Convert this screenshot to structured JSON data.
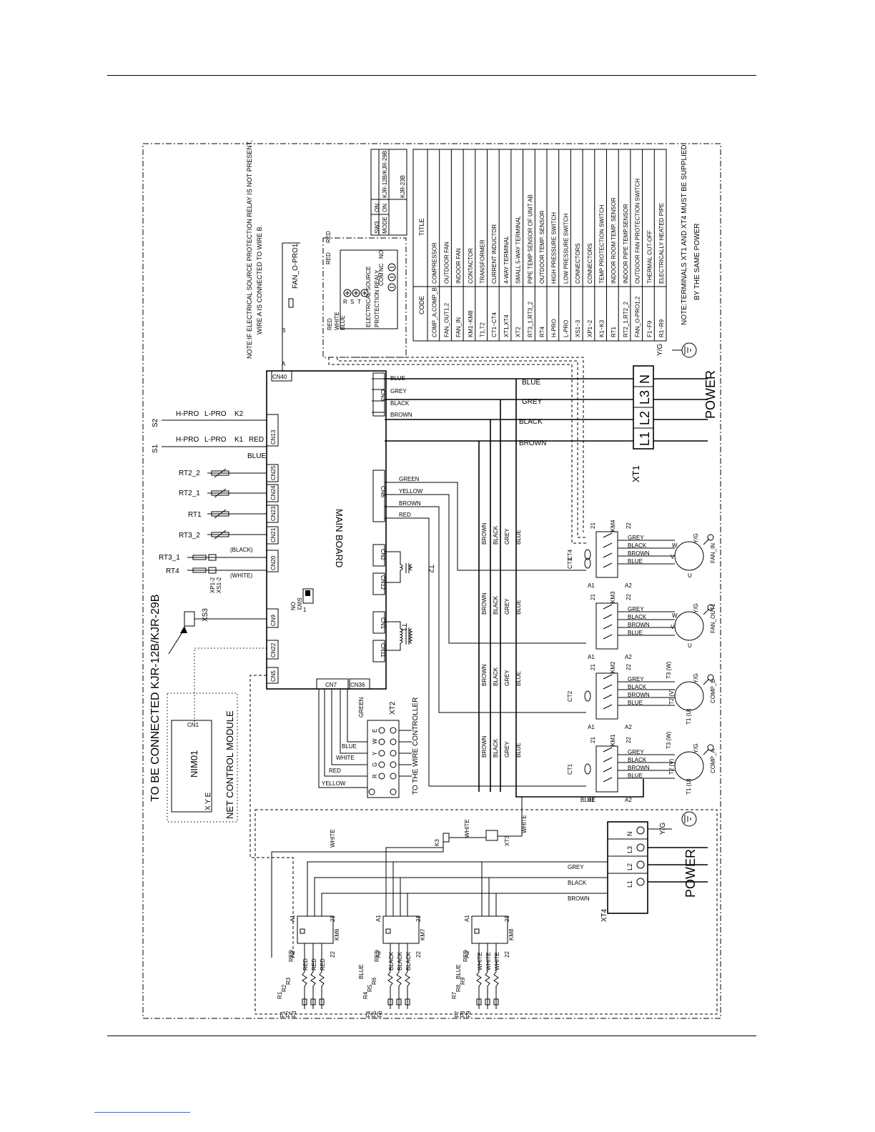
{
  "border_note_top": "NOTE:IF ELECTRICAL SOURCE PROTECTION RELAY IS NOT PRESENT,",
  "border_note_top2": "WIRE A IS CONNECTED TO WIRE B.",
  "kjr_title": "TO BE CONNECTED KJR-12B/KJR-29B",
  "net_module": "NET CONTROL MODULE",
  "nim_label": "NIM01",
  "nim_cn": "CN1",
  "nim_xye": "X Y E",
  "main_board": "MAIN BOARD",
  "xs3": "XS3",
  "sw3_table": {
    "r1": [
      "SW3",
      "ON",
      "1",
      "KJR-12B/KJR-29B"
    ],
    "r2": [
      "MODE",
      "ON",
      "1",
      "KJR-23B"
    ]
  },
  "table": {
    "header": [
      "CODE",
      "TITLE"
    ],
    "rows": [
      [
        "COMP_A,COMP_B",
        "COMPRESSOR"
      ],
      [
        "FAN_OUT1,2",
        "OUTDOOR FAN"
      ],
      [
        "FAN_IN",
        "INDOOR FAN"
      ],
      [
        "KM1~KM8",
        "CONTACTOR"
      ],
      [
        "T1,T2",
        "TRANSFORMER"
      ],
      [
        "CT1~CT4",
        "CURRENT INDUCTOR"
      ],
      [
        "XT1,XT4",
        "4-WAY TERMINAL"
      ],
      [
        "XT2",
        "SMALL 5-WAY TERMINAL"
      ],
      [
        "RT3_1,RT3_2",
        "PIPE TEMP SENSOR OF UNIT AB"
      ],
      [
        "RT4",
        "OUTDOOR TEMP. SENSOR"
      ],
      [
        "H-PRO",
        "HIGH PRESSURE SWITCH"
      ],
      [
        "L-PRO",
        "LOW PRESSURE SWITCH"
      ],
      [
        "XS1~3",
        "CONNECTORS"
      ],
      [
        "XP1~2",
        "CONNECTORS"
      ],
      [
        "K1~K3",
        "TEMP PROTECTION SWITCH"
      ],
      [
        "RT1",
        "INDOOR ROOM TEMP. SENSOR"
      ],
      [
        "RT2_1,RT2_2",
        "INDOOR PIPE TEMP.SENSOR"
      ],
      [
        "FAN_O-PRO1,2",
        "OUTDOOR FAN PROTECTION SWITCH"
      ],
      [
        "F1~F9",
        "THERMAL CUT-OFF"
      ],
      [
        "R1~R9",
        "ELECTRICALLY HEATED PIPE"
      ]
    ]
  },
  "note_bottom": "NOTE:TERMINALS XT1 AND XT4 MUST BE SUPPLIED",
  "note_bottom2": "BY THE SAME POWER",
  "power": "POWER",
  "xt1": "XT1",
  "xt1_terms": [
    "L1",
    "L2",
    "L3",
    "N"
  ],
  "xt4": "XT4",
  "xt4_terms": [
    "L1",
    "L2",
    "L3",
    "N"
  ],
  "yg": "Y/G",
  "wire_colors": {
    "blue": "BLUE",
    "grey": "GREY",
    "black": "BLACK",
    "brown": "BROWN",
    "green": "GREEN",
    "yellow": "YELLOW",
    "red": "RED",
    "white": "WHITE"
  },
  "connectors": {
    "cn40": "CN40",
    "cn13": "CN13",
    "cn25": "CN25",
    "cn24": "CN24",
    "cn23": "CN23",
    "cn21": "CN21",
    "cn20": "CN20",
    "cn9": "CN9",
    "cn22": "CN22",
    "cn5": "CN5",
    "cn3": "CN3",
    "cn6": "CN6",
    "cn2": "CN2",
    "cn12": "CN12",
    "cn1": "CN1",
    "cn11": "CN11",
    "cn7": "CN7",
    "cn36": "CN36"
  },
  "sensors": {
    "rt2_2": "RT2_2",
    "rt2_1": "RT2_1",
    "rt1": "RT1",
    "rt3_2": "RT3_2",
    "rt3_1": "RT3_1",
    "rt4": "RT4",
    "xp": "XP1-2",
    "xs": "XS1-2",
    "black_paren": "(BLACK)",
    "white_paren": "(WHITE)"
  },
  "pressure": {
    "hpro": "H-PRO",
    "lpro": "L-PRO",
    "k1": "K1",
    "k2": "K2",
    "s1": "S1",
    "s2": "S2",
    "red": "RED",
    "blue": "BLUE"
  },
  "fan_opro": "FAN_O-PRO1",
  "esp": {
    "line1": "ELECTRICAL SOURCE",
    "line2": "PROTECTION REALY",
    "com": "COM",
    "nc": "NC",
    "no": "NO",
    "r": "R",
    "s": "S",
    "t": "T"
  },
  "wire_a": "A",
  "wire_b": "B",
  "sw3": "SW3",
  "on": "ON",
  "one": "1",
  "t1": "T1",
  "t2": "T2",
  "xt2": "XT2",
  "xt2_terms": [
    "E",
    "W",
    "Y",
    "G",
    "R"
  ],
  "wire_controller": "TO THE WIRE CONTROLLER",
  "contactors": {
    "km4": "KM4",
    "km3": "KM3",
    "km2": "KM2",
    "km1": "KM1",
    "km6": "KM6",
    "km7": "KM7",
    "km8": "KM8",
    "a1": "A1",
    "a2": "A2",
    "c21": "21",
    "c22": "22"
  },
  "cts": {
    "ct4": "CT4",
    "ct3": "CT3",
    "ct2": "CT2",
    "ct1": "CT1"
  },
  "motors": {
    "fan_in": "FAN_IN",
    "fan_out1": "FAN_OUT1",
    "comp_b": "COMP_B",
    "comp_a": "COMP_A",
    "u": "U",
    "v": "V",
    "w": "W",
    "t1u": "T1 (U)",
    "t2v": "T2 (V)",
    "t3w": "T3 (W)"
  },
  "xt3": "XT3",
  "k3": "K3",
  "heaters": {
    "r": [
      "R1",
      "R2",
      "R3",
      "R4",
      "R5",
      "R6",
      "R7",
      "R8",
      "R9"
    ],
    "f": [
      "F1",
      "F2",
      "F3",
      "F4",
      "F5",
      "F6",
      "F7",
      "F8",
      "F9"
    ]
  }
}
